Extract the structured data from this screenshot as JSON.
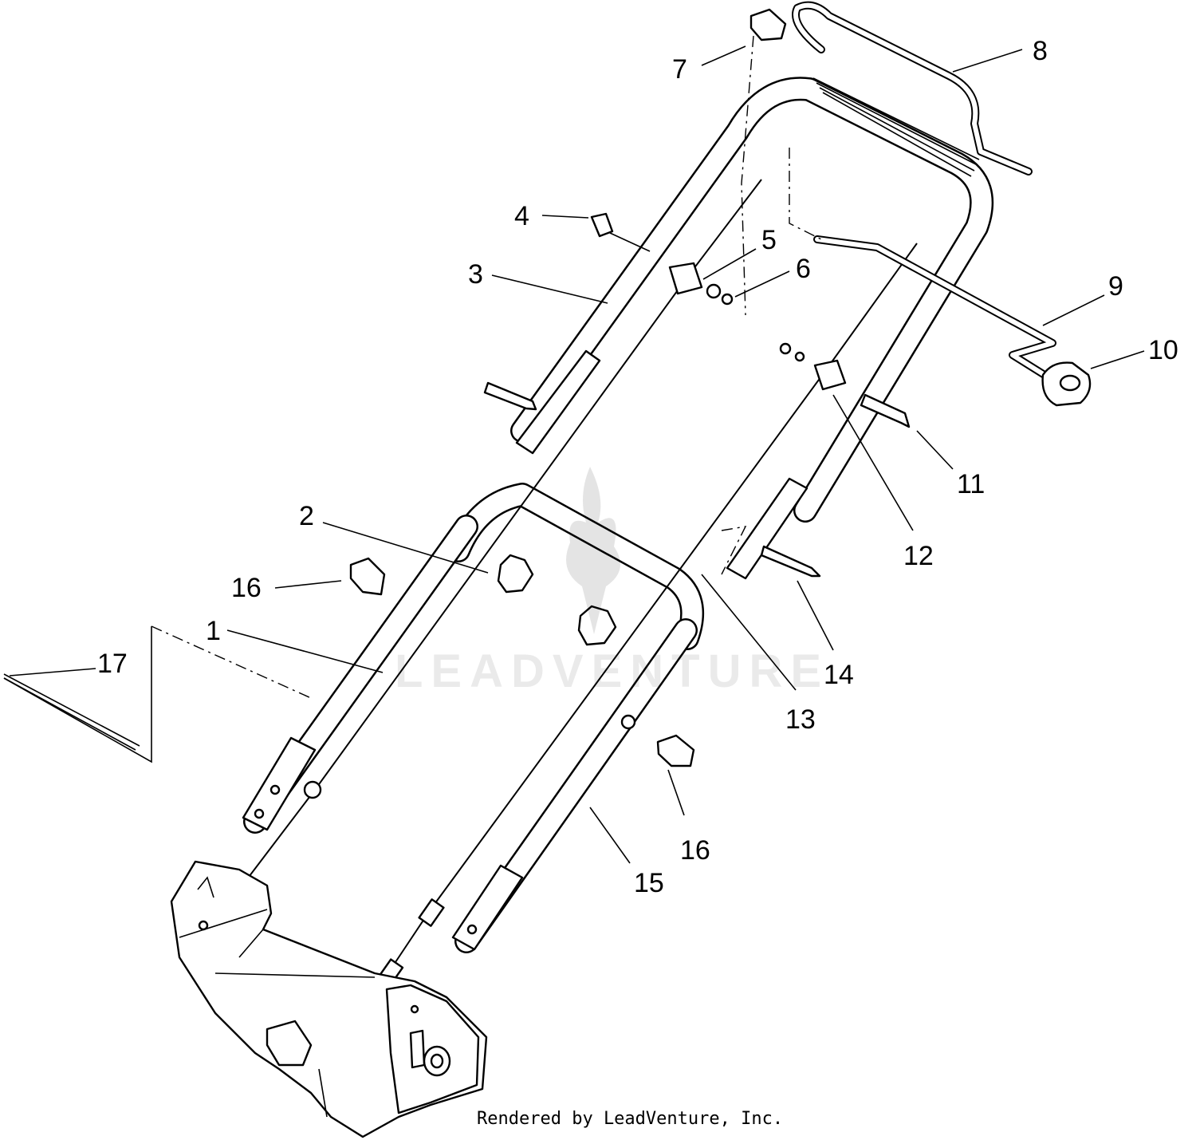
{
  "watermark": {
    "text": "LEADVENTURE"
  },
  "credit": "Rendered by LeadVenture, Inc.",
  "callouts": [
    {
      "id": "c1",
      "label": "1"
    },
    {
      "id": "c2",
      "label": "2"
    },
    {
      "id": "c3",
      "label": "3"
    },
    {
      "id": "c4",
      "label": "4"
    },
    {
      "id": "c5",
      "label": "5"
    },
    {
      "id": "c6",
      "label": "6"
    },
    {
      "id": "c7",
      "label": "7"
    },
    {
      "id": "c8",
      "label": "8"
    },
    {
      "id": "c9",
      "label": "9"
    },
    {
      "id": "c10",
      "label": "10"
    },
    {
      "id": "c11",
      "label": "11"
    },
    {
      "id": "c12",
      "label": "12"
    },
    {
      "id": "c13",
      "label": "13"
    },
    {
      "id": "c14",
      "label": "14"
    },
    {
      "id": "c15",
      "label": "15"
    },
    {
      "id": "c16a",
      "label": "16"
    },
    {
      "id": "c16b",
      "label": "16"
    },
    {
      "id": "c17",
      "label": "17"
    }
  ]
}
